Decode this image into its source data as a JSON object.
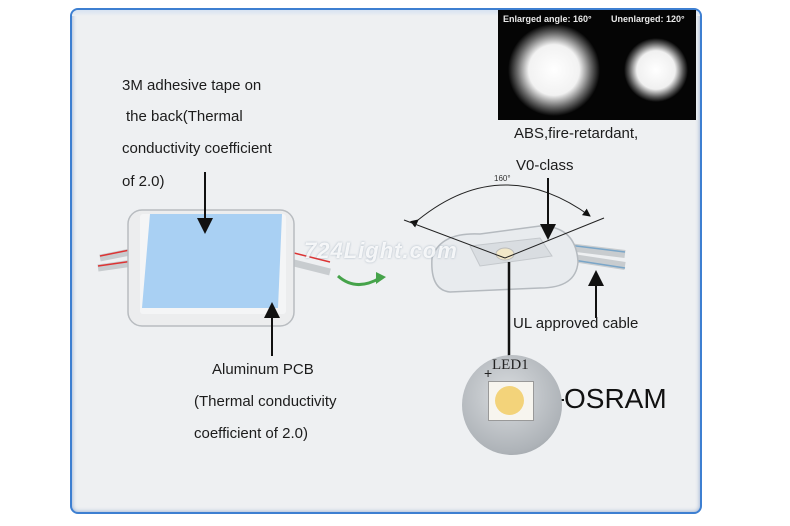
{
  "labels": {
    "tape_1": "3M adhesive tape on",
    "tape_2": "the back(Thermal",
    "tape_3": "conductivity coefficient",
    "tape_4": "of 2.0)",
    "abs_1": "ABS,fire-retardant,",
    "abs_2": "V0-class",
    "cable": "UL approved cable",
    "pcb_1": "Aluminum PCB",
    "pcb_2": "(Thermal conductivity",
    "pcb_3": "coefficient of 2.0)",
    "osram": "OSRAM",
    "led_tag": "LED1",
    "led_plus": "+",
    "angle": "160°"
  },
  "photo": {
    "caption_left": "Enlarged angle: 160°",
    "caption_right": "Unenlarged: 120°"
  },
  "watermark": "724Light.com",
  "colors": {
    "frame_border": "#3d7fd1",
    "frame_bg": "#eef0f2",
    "pcb_blue": "#a9d0f3",
    "led_yellow": "#f3d37a"
  }
}
